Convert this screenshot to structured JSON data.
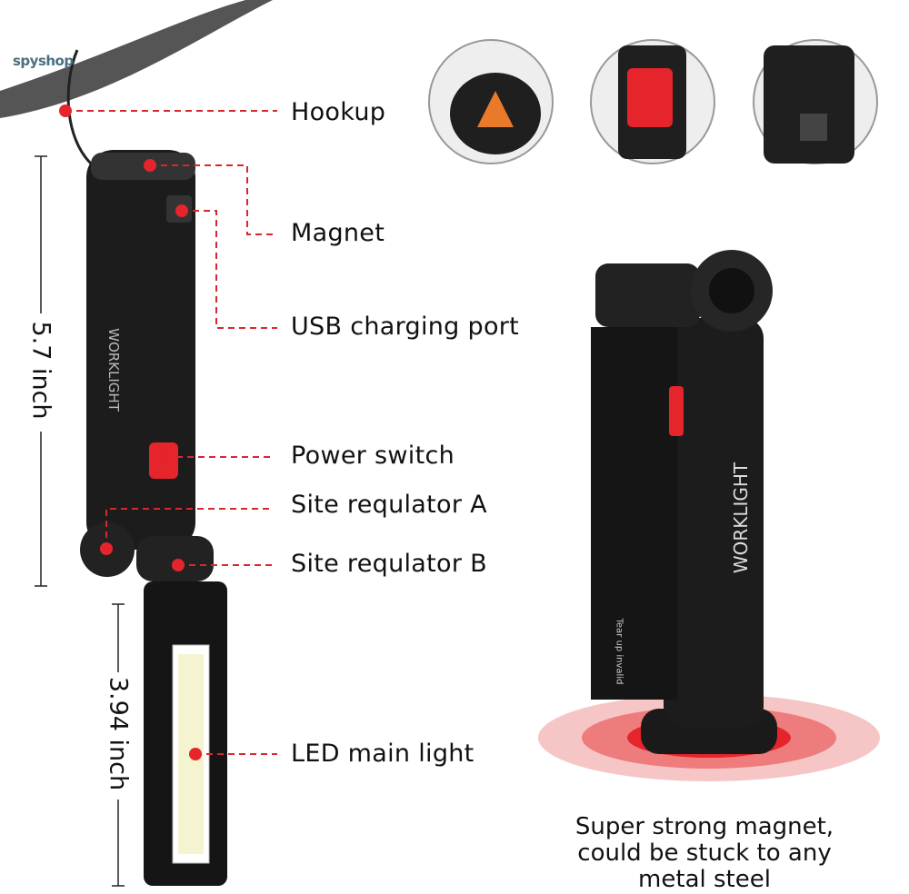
{
  "logo": {
    "text": "spyshop"
  },
  "callouts": [
    {
      "label": "Hookup"
    },
    {
      "label": "Magnet"
    },
    {
      "label": "USB charging port"
    },
    {
      "label": "Power switch"
    },
    {
      "label": "Site requlator A"
    },
    {
      "label": "Site requlator B"
    },
    {
      "label": "LED main light"
    }
  ],
  "dimensions": {
    "body_length": "5.7 inch",
    "head_length": "3.94 inch"
  },
  "product_text": {
    "brand": "WORKLIGHT",
    "sticker": "Tear up invalid"
  },
  "caption": {
    "lines": [
      "Super strong magnet,",
      "could be stuck to any",
      "metal steel"
    ]
  },
  "colors": {
    "accent_red": "#e5242b",
    "body_black": "#1a1a1a",
    "led": "#f4f4d0"
  }
}
